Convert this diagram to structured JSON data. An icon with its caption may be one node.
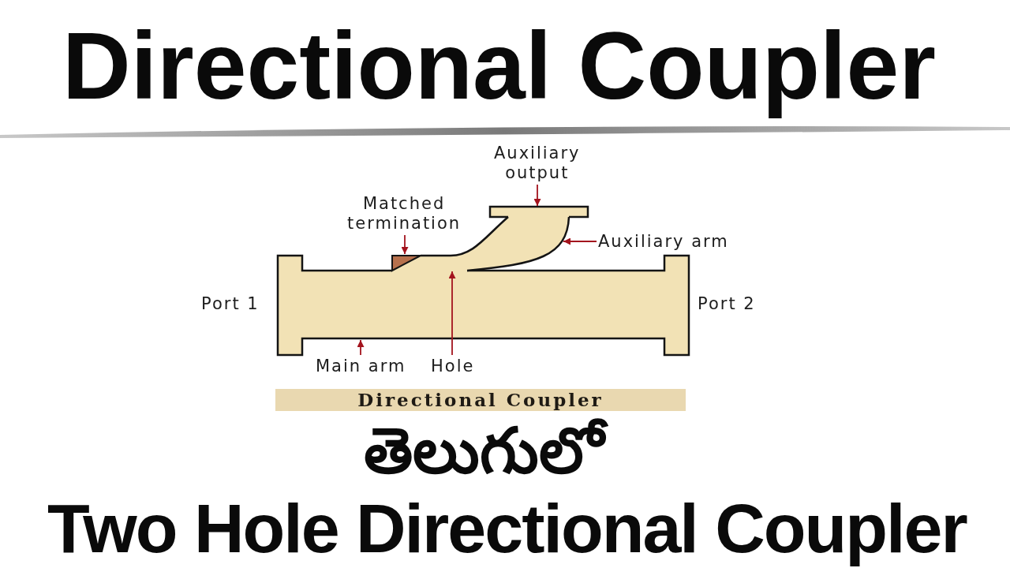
{
  "diagram": {
    "title": "Directional Coupler",
    "caption": "Directional Coupler",
    "nodes": [
      {
        "text": [],
        "shape": "bar"
      },
      {
        "text": [
          "Auxiliary output"
        ]
      },
      {
        "text": [
          "Matched termination"
        ]
      },
      {
        "text": [],
        "shape": "bar"
      },
      {
        "text": [
          "Auxiliary arm"
        ]
      },
      {
        "text": [],
        "shape": "bar"
      },
      {
        "text": [],
        "shape": "box"
      },
      {
        "text": [],
        "shape": "bar"
      },
      {
        "text": [
          "Main arm"
        ]
      },
      {
        "text": [
          "Hole"
        ]
      }
    ],
    "edges": [
      {
        "from": 1,
        "to": 3,
        "arrow": "to"
      },
      {
        "from": 2,
        "to": 6,
        "arrow": "to"
      },
      {
        "from": 4,
        "to": 5,
        "arrow": "to"
      },
      {
        "from": 8,
        "to": 7,
        "arrow": "to"
      },
      {
        "from": 9,
        "to": 5,
        "arrow": "to"
      }
    ],
    "labels": [
      "Port 1",
      "Port 2",
      "తెలుగులో",
      "Two Hole Directional Coupler"
    ]
  }
}
